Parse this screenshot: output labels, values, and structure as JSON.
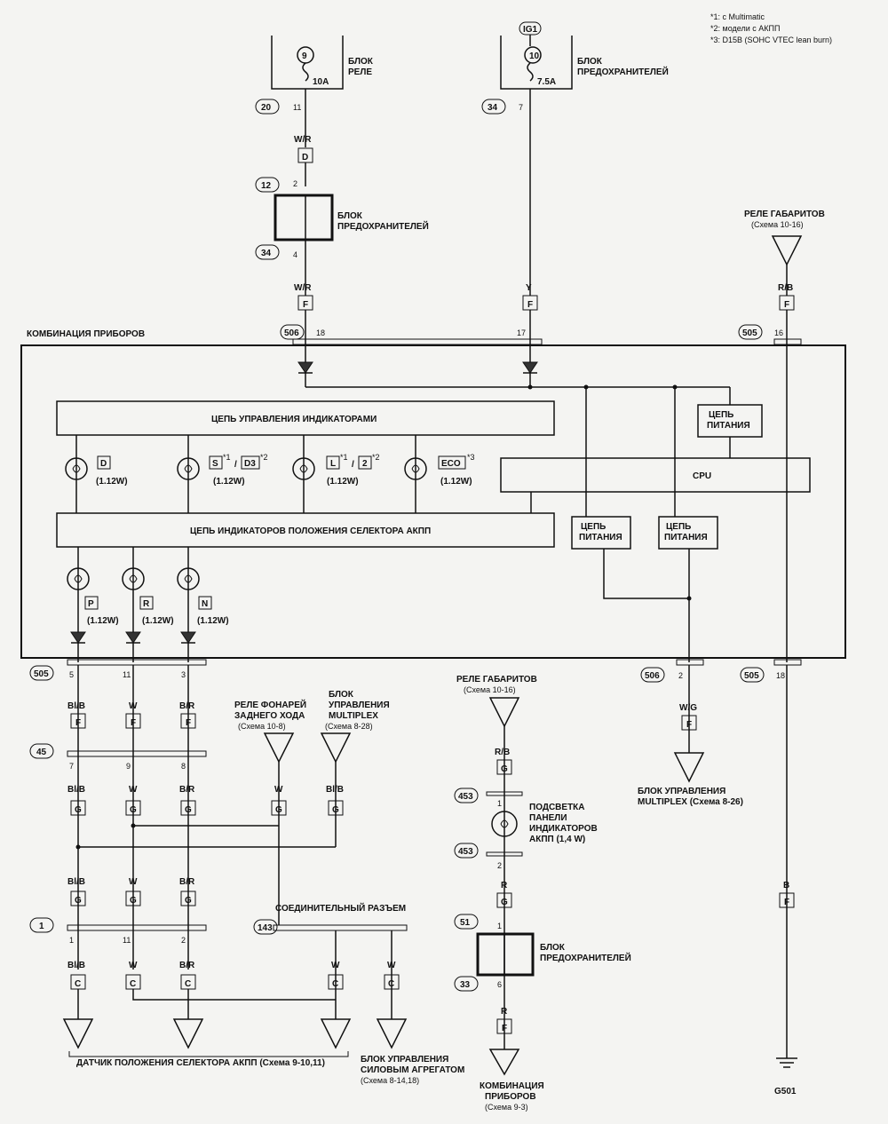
{
  "notes": [
    "*1: с Multimatic",
    "*2: модели с АКПП",
    "*3: D15B (SOHC VTEC lean burn)"
  ],
  "relay_block": {
    "label_l1": "БЛОК",
    "label_l2": "РЕЛЕ",
    "fuse_no": "9",
    "rating": "10A",
    "conn": "20",
    "pin": "11"
  },
  "fuse_block_top": {
    "ig": "IG1",
    "label_l1": "БЛОК",
    "label_l2": "ПРЕДОХРАНИТЕЛЕЙ",
    "fuse_no": "10",
    "rating": "7.5A",
    "conn": "34",
    "pin": "7"
  },
  "wire_wr_1": "W/R",
  "conn_d": "D",
  "fuse_block_mid": {
    "label_l1": "БЛОК",
    "label_l2": "ПРЕДОХРАНИТЕЛЕЙ",
    "conn_top": "12",
    "pin_top": "2",
    "conn_bot": "34",
    "pin_bot": "4"
  },
  "wire_wr_2": "W/R",
  "wire_y": "Y",
  "rele_gabaritov_right": {
    "l1": "РЕЛЕ ГАБАРИТОВ",
    "l2": "(Схема 10-16)"
  },
  "wire_rb_right": "R/B",
  "conn_f": "F",
  "cluster": {
    "title": "КОМБИНАЦИЯ ПРИБОРОВ",
    "conn_506": "506",
    "pin_18": "18",
    "pin_17": "17",
    "conn_505": "505",
    "pin_16": "16",
    "ctrl_circuit": "ЦЕПЬ УПРАВЛЕНИЯ ИНДИКАТОРАМИ",
    "pos_circuit": "ЦЕПЬ ИНДИКАТОРОВ ПОЛОЖЕНИЯ СЕЛЕКТОРА АКПП",
    "cpu": "CPU",
    "power1_l1": "ЦЕПЬ",
    "power1_l2": "ПИТАНИЯ",
    "power2_l1": "ЦЕПЬ",
    "power2_l2": "ПИТАНИЯ",
    "power3_l1": "ЦЕПЬ",
    "power3_l2": "ПИТАНИЯ",
    "watt": "(1.12W)",
    "ind_d": "D",
    "ind_s": "S",
    "ind_s_mark": "*1",
    "ind_d3": "D3",
    "ind_d3_mark": "*2",
    "ind_l": "L",
    "ind_l_mark": "*1",
    "ind_2": "2",
    "ind_2_mark": "*2",
    "ind_eco": "ECO",
    "ind_eco_mark": "*3",
    "ind_p": "P",
    "ind_r": "R",
    "ind_n": "N",
    "slash": "/"
  },
  "bottom_left": {
    "conn_505": "505",
    "pins": [
      "5",
      "11",
      "3"
    ],
    "wires1": [
      "Bl/B",
      "W",
      "B/R"
    ],
    "conn_45": "45",
    "pins45": [
      "7",
      "9",
      "8"
    ],
    "wires2": [
      "Bl/B",
      "W",
      "B/R"
    ],
    "conn_g": "G",
    "wires3": [
      "Bl/B",
      "W",
      "B/R"
    ],
    "conn_1": "1",
    "pins1": [
      "1",
      "11",
      "2"
    ],
    "wires4": [
      "Bl/B",
      "W",
      "B/R"
    ],
    "conn_c": "C",
    "rele_fonarei": [
      "РЕЛЕ ФОНАРЕЙ",
      "ЗАДНЕГО ХОДА",
      "(Схема 10-8)"
    ],
    "blok_multiplex": [
      "БЛОК",
      "УПРАВЛЕНИЯ",
      "MULTIPLEX",
      "(Схема 8-28)"
    ],
    "wire_w": "W",
    "wire_blb": "Bl/B",
    "connector_joint": "СОЕДИНИТЕЛЬНЫЙ РАЗЪЕМ",
    "conn_143": "143",
    "wires5": [
      "W",
      "W"
    ],
    "sensor": "ДАТЧИК ПОЛОЖЕНИЯ СЕЛЕКТОРА АКПП (Схема 9-10,11)",
    "power_unit": [
      "БЛОК УПРАВЛЕНИЯ",
      "СИЛОВЫМ АГРЕГАТОМ",
      "(Схема 8-14,18)"
    ]
  },
  "middle": {
    "rele_gabaritov": [
      "РЕЛЕ ГАБАРИТОВ",
      "(Схема 10-16)"
    ],
    "wire_rb": "R/B",
    "conn_g": "G",
    "conn_453a": "453",
    "pin_1": "1",
    "backlight": [
      "ПОДСВЕТКА",
      "ПАНЕЛИ",
      "ИНДИКАТОРОВ",
      "АКПП (1,4 W)"
    ],
    "conn_453b": "453",
    "pin_2": "2",
    "wire_r": "R",
    "conn_51": "51",
    "pin_1b": "1",
    "fuse_label": [
      "БЛОК",
      "ПРЕДОХРАНИТЕЛЕЙ"
    ],
    "conn_33": "33",
    "pin_6": "6",
    "wire_r2": "R",
    "conn_f": "F",
    "cluster": [
      "КОМБИНАЦИЯ",
      "ПРИБОРОВ",
      "(Схема 9-3)"
    ]
  },
  "right_bottom": {
    "conn_506": "506",
    "pin_2": "2",
    "wire_wg": "W/G",
    "conn_f": "F",
    "multiplex": [
      "БЛОК УПРАВЛЕНИЯ",
      "MULTIPLEX (Схема 8-26)"
    ],
    "conn_505": "505",
    "pin_18": "18",
    "wire_b": "B",
    "conn_f2": "F",
    "ground": "G501"
  }
}
